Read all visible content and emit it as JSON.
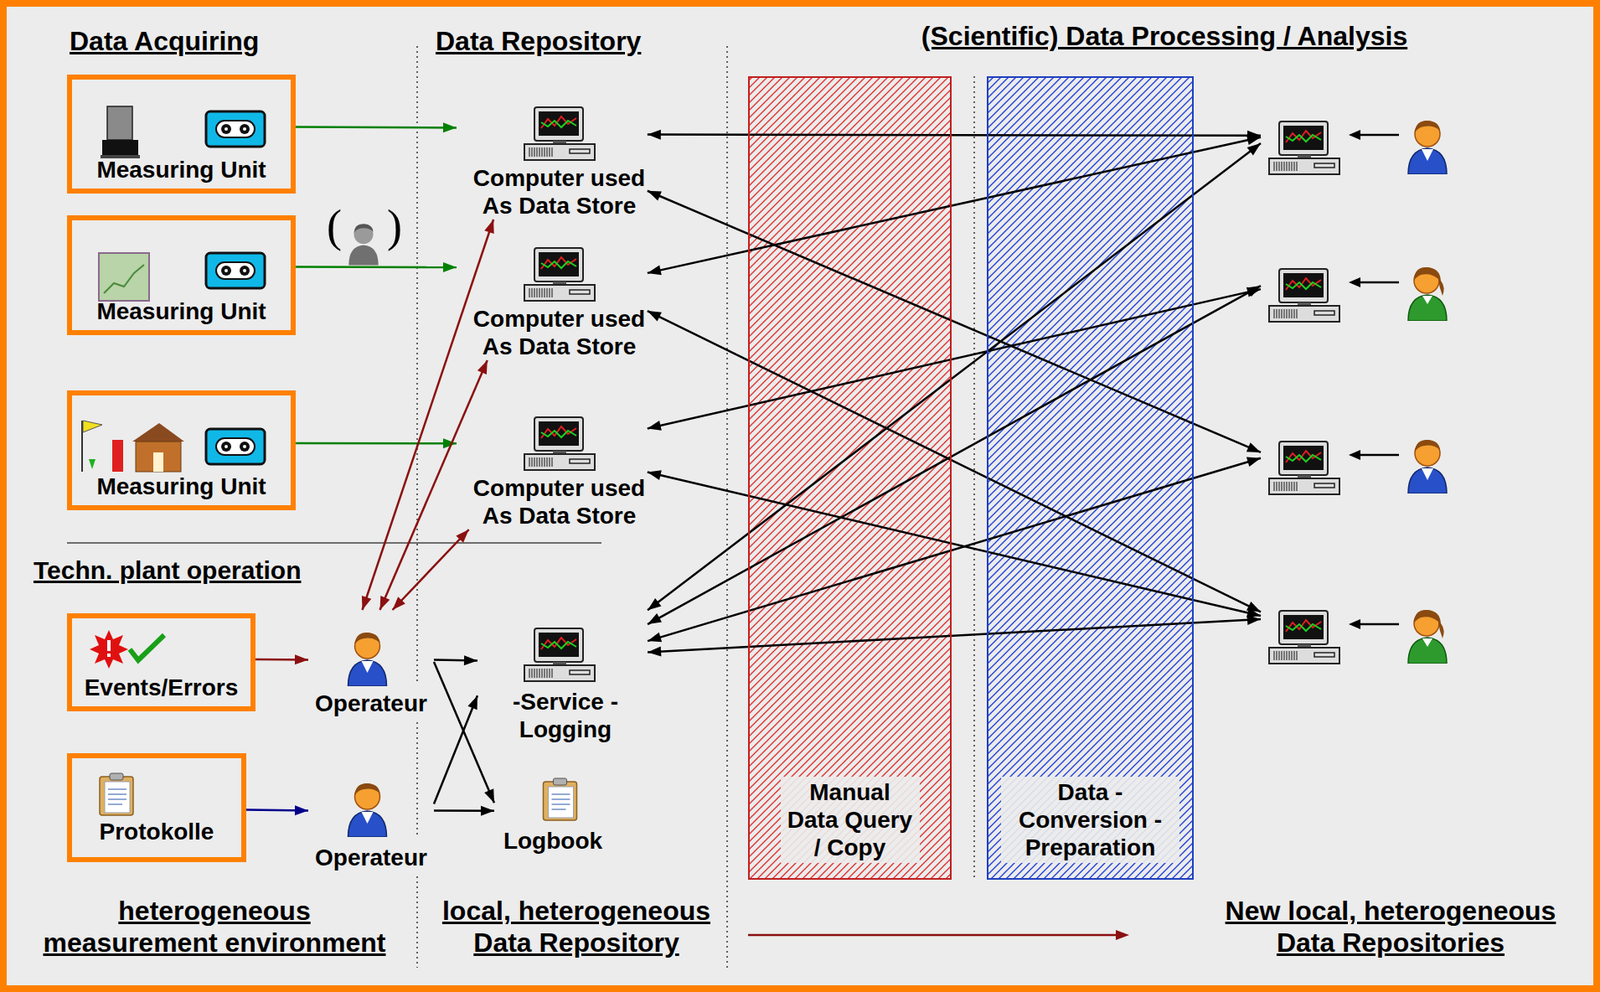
{
  "diagram": {
    "nodes": [
      {
        "text": [
          "Measuring Unit"
        ]
      },
      {
        "text": [
          "Measuring Unit"
        ]
      },
      {
        "text": [
          "Measuring Unit"
        ]
      },
      {
        "text": [
          "Events/Errors"
        ]
      },
      {
        "text": [
          "Protokolle"
        ]
      },
      {
        "text": [
          "Operateur"
        ]
      },
      {
        "text": [
          "Operateur"
        ]
      },
      {
        "text": [
          "Computer used As Data Store"
        ]
      },
      {
        "text": [
          "Computer used As Data Store"
        ]
      },
      {
        "text": [
          "Computer used As Data Store"
        ]
      },
      {
        "text": [
          "-Service - Logging"
        ]
      },
      {
        "text": [
          "Logbook"
        ]
      },
      {
        "text": [
          "Manual Data Query / Copy"
        ]
      },
      {
        "text": [
          "Data - Conversion - Preparation"
        ]
      },
      {
        "text": []
      },
      {
        "text": []
      },
      {
        "text": []
      },
      {
        "text": []
      }
    ],
    "edges": [
      {
        "from": 0,
        "to": 7,
        "arrow": "to"
      },
      {
        "from": 1,
        "to": 8,
        "arrow": "to"
      },
      {
        "from": 2,
        "to": 9,
        "arrow": "to"
      },
      {
        "from": 3,
        "to": 5,
        "arrow": "to"
      },
      {
        "from": 4,
        "to": 6,
        "arrow": "to"
      },
      {
        "from": 5,
        "to": 7,
        "arrow": "both"
      },
      {
        "from": 5,
        "to": 8,
        "arrow": "both"
      },
      {
        "from": 5,
        "to": 9,
        "arrow": "both"
      },
      {
        "from": 5,
        "to": 10,
        "arrow": "to"
      },
      {
        "from": 5,
        "to": 11,
        "arrow": "to"
      },
      {
        "from": 6,
        "to": 10,
        "arrow": "to"
      },
      {
        "from": 6,
        "to": 11,
        "arrow": "to"
      },
      {
        "from": 7,
        "to": 14,
        "arrow": "both"
      },
      {
        "from": 7,
        "to": 16,
        "arrow": "both"
      },
      {
        "from": 8,
        "to": 14,
        "arrow": "both"
      },
      {
        "from": 8,
        "to": 17,
        "arrow": "both"
      },
      {
        "from": 9,
        "to": 15,
        "arrow": "both"
      },
      {
        "from": 9,
        "to": 17,
        "arrow": "both"
      },
      {
        "from": 10,
        "to": 14,
        "arrow": "both"
      },
      {
        "from": 10,
        "to": 15,
        "arrow": "both"
      },
      {
        "from": 10,
        "to": 16,
        "arrow": "both"
      },
      {
        "from": 10,
        "to": 17,
        "arrow": "both"
      }
    ],
    "labels": [
      "Data Acquiring",
      "Data Repository",
      "(Scientific) Data Processing / Analysis",
      "(",
      ")",
      "Techn. plant operation",
      "heterogeneous measurement environment",
      "local, heterogeneous Data Repository",
      "New local, heterogeneous Data Repositories"
    ]
  }
}
